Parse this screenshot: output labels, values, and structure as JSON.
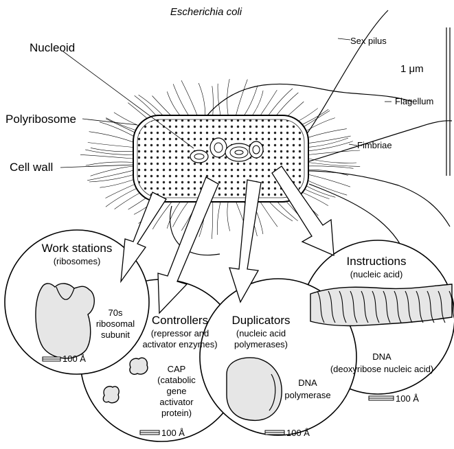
{
  "title": "Escherichia coli",
  "labels": {
    "nucleoid": "Nucleoid",
    "polyribosome": "Polyribosome",
    "cell_wall": "Cell wall",
    "sex_pilus": "Sex pilus",
    "flagellum": "Flagellum",
    "fimbriae": "Fimbriae",
    "scale": "1 μm"
  },
  "circles": [
    {
      "title": "Work stations",
      "subtitle": "(ribosomes)",
      "caption": [
        "70s",
        "ribosomal",
        "subunit"
      ],
      "scale": "100 Å"
    },
    {
      "title": "Controllers",
      "subtitle": [
        "(repressor and",
        "activator enzymes)"
      ],
      "caption": [
        "CAP",
        "(catabolic",
        "gene",
        "activator",
        "protein)"
      ],
      "scale": "100 Å"
    },
    {
      "title": "Duplicators",
      "subtitle": [
        "(nucleic acid",
        "polymerases)"
      ],
      "caption": [
        "DNA",
        "polymerase"
      ],
      "scale": "100 Å"
    },
    {
      "title": "Instructions",
      "subtitle": "(nucleic acid)",
      "caption": [
        "DNA",
        "(deoxyribose nucleic acid)"
      ],
      "scale": "100 Å"
    }
  ]
}
